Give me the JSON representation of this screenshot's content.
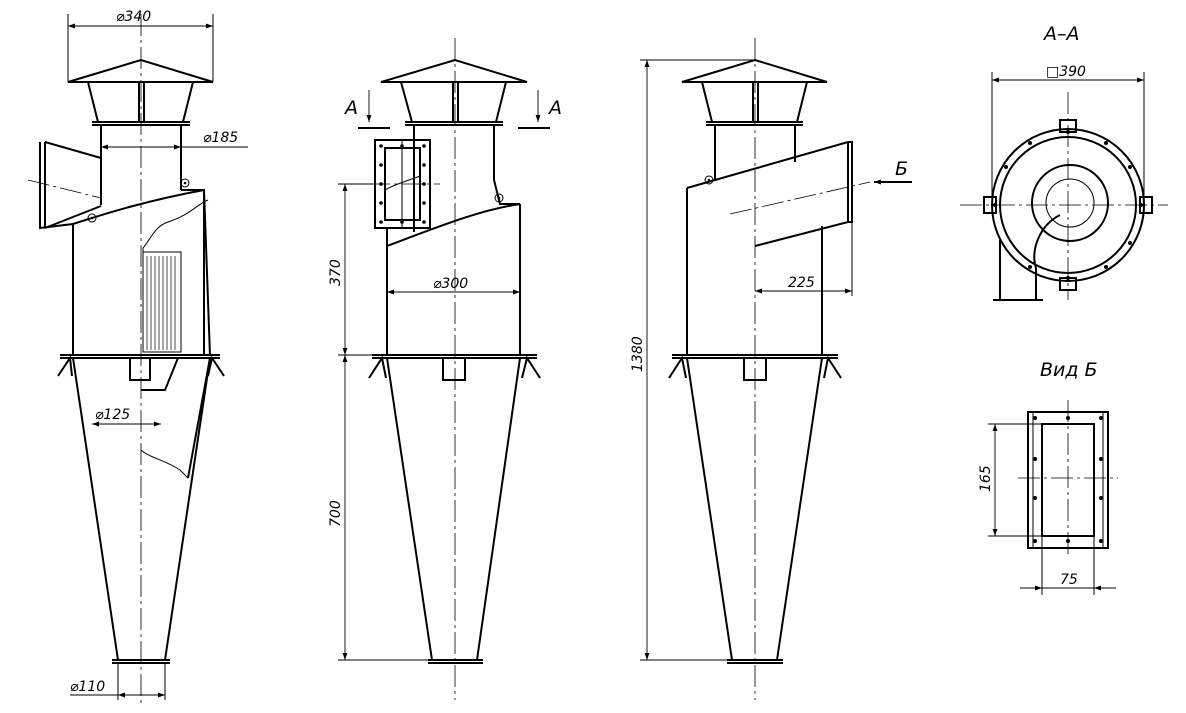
{
  "dimensions": {
    "d340": "⌀340",
    "d185": "⌀185",
    "d125": "⌀125",
    "d110": "⌀110",
    "d300": "⌀300",
    "h370": "370",
    "h700": "700",
    "h1380": "1380",
    "w225": "225",
    "sq390": "□390",
    "h165": "165",
    "w75": "75"
  },
  "labels": {
    "section_a_left": "А",
    "section_a_right": "А",
    "section_title": "А–А",
    "view_b_arrow": "Б",
    "view_b_title": "Вид Б"
  }
}
